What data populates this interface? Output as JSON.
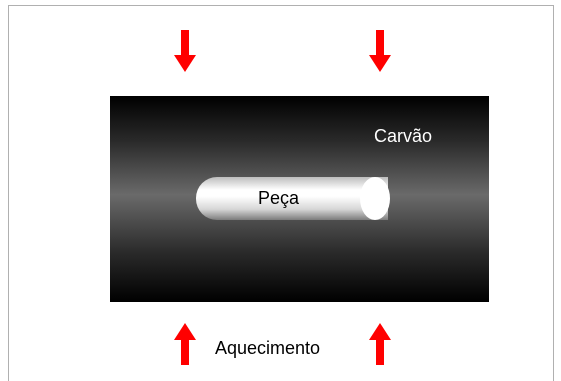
{
  "labels": {
    "coal": "Carvão",
    "piece": "Peça",
    "heating": "Aquecimento"
  },
  "colors": {
    "arrow": "#ff0000",
    "coal_dark": "#000000",
    "coal_mid": "#6a6a6a",
    "piece_light": "#ffffff",
    "frame_border": "#b0b0b0"
  },
  "icons": {
    "top_arrows": "arrow-down-icon",
    "bottom_arrows": "arrow-up-icon"
  }
}
